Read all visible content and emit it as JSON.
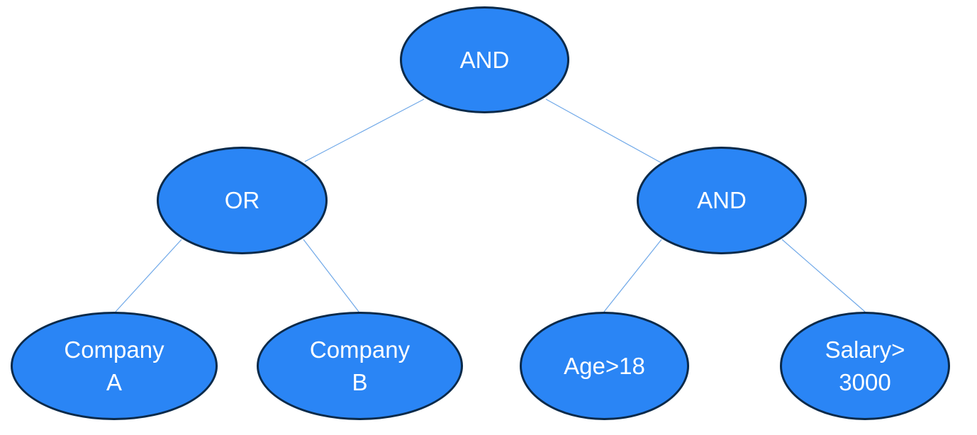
{
  "tree": {
    "root": {
      "label": "AND"
    },
    "left": {
      "label": "OR"
    },
    "right": {
      "label": "AND"
    },
    "leaves": [
      {
        "lines": [
          "Company",
          "A"
        ]
      },
      {
        "lines": [
          "Company",
          "B"
        ]
      },
      {
        "lines": [
          "Age>18"
        ]
      },
      {
        "lines": [
          "Salary>",
          "3000"
        ]
      }
    ]
  },
  "colors": {
    "node_fill": "#2a85f5",
    "node_border": "#0b2a4a",
    "edge": "#6fa8e8",
    "text": "#ffffff"
  }
}
